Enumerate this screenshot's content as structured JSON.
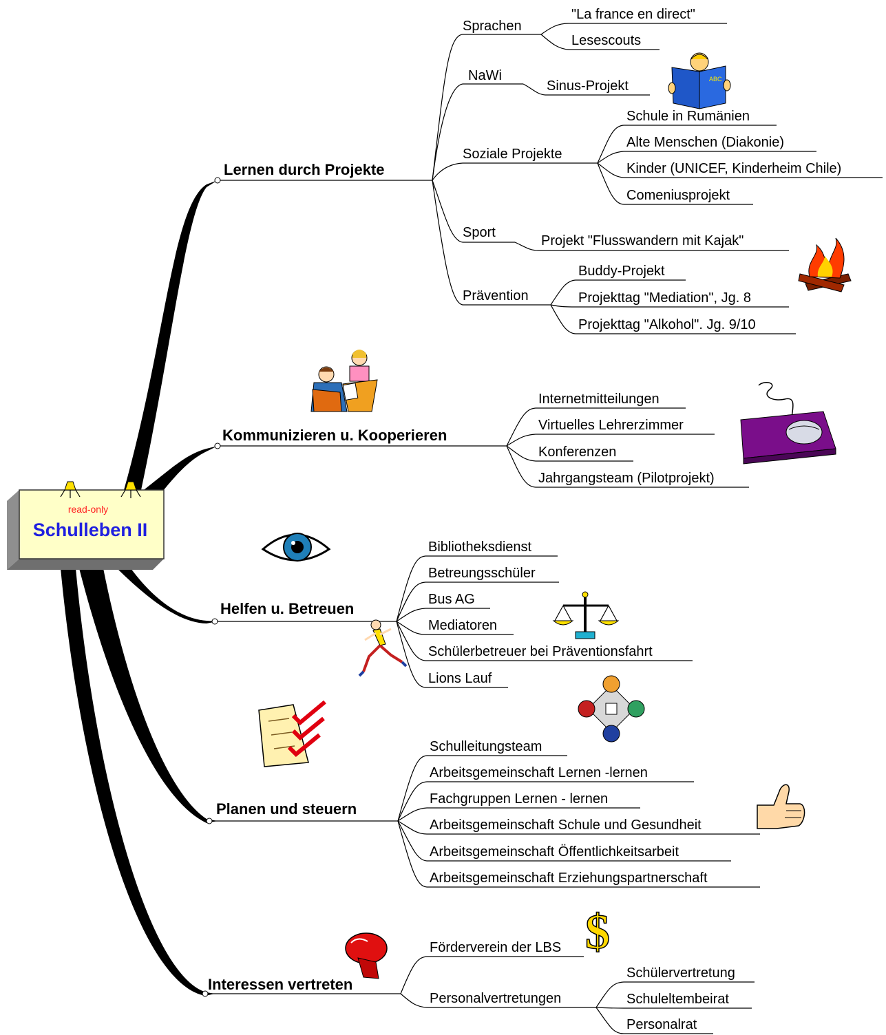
{
  "root": {
    "title": "Schulleben II",
    "status": "read-only"
  },
  "branches": [
    {
      "label": "Lernen durch Projekte",
      "children": [
        {
          "label": "Sprachen",
          "children": [
            "\"La france en direct\"",
            "Lesescouts"
          ]
        },
        {
          "label": "NaWi",
          "children": [
            "Sinus-Projekt"
          ]
        },
        {
          "label": "Soziale Projekte",
          "children": [
            "Schule in Rumänien",
            "Alte Menschen (Diakonie)",
            "Kinder (UNICEF, Kinderheim Chile)",
            "Comeniusprojekt"
          ]
        },
        {
          "label": "Sport",
          "children": [
            "Projekt \"Flusswandern mit Kajak\""
          ]
        },
        {
          "label": "Prävention",
          "children": [
            "Buddy-Projekt",
            "Projekttag \"Mediation\", Jg. 8",
            "Projekttag \"Alkohol\". Jg. 9/10"
          ]
        }
      ]
    },
    {
      "label": "Kommunizieren u. Kooperieren",
      "children": [
        "Internetmitteilungen",
        "Virtuelles Lehrerzimmer",
        "Konferenzen",
        "Jahrgangsteam (Pilotprojekt)"
      ]
    },
    {
      "label": "Helfen u. Betreuen",
      "children": [
        "Bibliotheksdienst",
        "Betreungsschüler",
        "Bus AG",
        "Mediatoren",
        "Schülerbetreuer bei Präventionsfahrt",
        "Lions Lauf"
      ]
    },
    {
      "label": "Planen und steuern",
      "children": [
        "Schulleitungsteam",
        "Arbeitsgemeinschaft Lernen -lernen",
        "Fachgruppen Lernen - lernen",
        "Arbeitsgemeinschaft Schule und Gesundheit",
        "Arbeitsgemeinschaft Öffentlichkeitsarbeit",
        "Arbeitsgemeinschaft Erziehungspartnerschaft"
      ]
    },
    {
      "label": "Interessen vertreten",
      "children": [
        {
          "label": "Förderverein der LBS",
          "children": []
        },
        {
          "label": "Personalvertretungen",
          "children": [
            "Schülervertretung",
            "Schuleltembeirat",
            "Personalrat"
          ]
        }
      ]
    }
  ],
  "icons": [
    "reading-book-icon",
    "campfire-icon",
    "meeting-people-icon",
    "computer-mouse-icon",
    "eye-icon",
    "scales-icon",
    "runner-icon",
    "checklist-icon",
    "team-table-icon",
    "thumbs-up-icon",
    "boxing-glove-icon",
    "dollar-icon"
  ]
}
